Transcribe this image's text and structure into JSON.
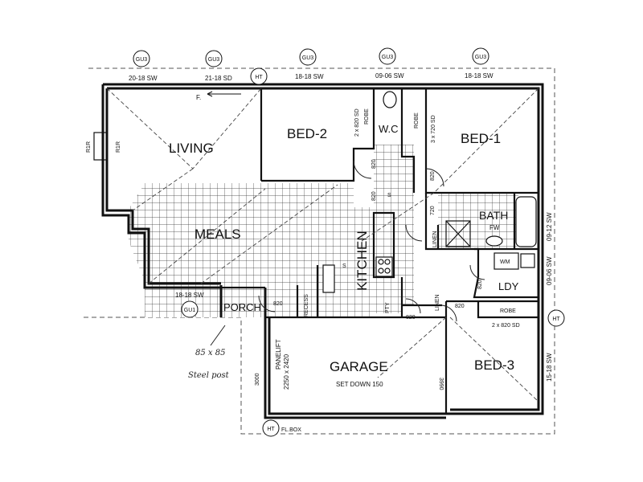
{
  "rooms": {
    "living": "LIVING",
    "bed2": "BED-2",
    "bed1": "BED-1",
    "wc": "W.C",
    "meals": "MEALS",
    "kitchen": "KITCHEN",
    "bath": "BATH",
    "linen1": "LINEN",
    "linen2": "LINEN",
    "ldy": "LDY",
    "porch": "PORCH",
    "garage": "GARAGE",
    "bed3": "BED-3",
    "pty": "PTY",
    "recess": "RECESS"
  },
  "gu_tags": [
    "GU3",
    "GU3",
    "GU3",
    "GU3",
    "GU3",
    "GU1"
  ],
  "ht_tags": [
    "HT",
    "HT",
    "HT"
  ],
  "window_labels": {
    "top1": "20-18 SW",
    "top2": "21-18 SD",
    "top3": "18-18 SW",
    "top4": "09-06 SW",
    "top5": "18-18 SW",
    "right1": "09-12 SW",
    "right2": "09-06 SW",
    "right3": "15-18 SW",
    "meals_bottom": "18-18 SW"
  },
  "annotations": {
    "arrow_f": "F.",
    "robe_bed2": "ROBE",
    "robe_bed2_size": "2 x 820 SD",
    "robe_bed1": "ROBE",
    "robe_bed1_size": "3 x 720 SD",
    "robe_bed3": "ROBE",
    "robe_bed3_size": "2 x 820 SD",
    "door_820_a": "820",
    "door_820_b": "820",
    "door_820_c": "820",
    "door_820_d": "820",
    "door_820_e": "820",
    "door_820_f": "820",
    "door_820_g": "820",
    "door_720": "720",
    "fw": "FW",
    "wm": "WM",
    "garage_sub": "SET DOWN 150",
    "panelift": "PANELIFT",
    "panelift_size": "2250 x 2420",
    "dim_3000": "3000",
    "dim_3990": "3990",
    "r1r_a": "R1R",
    "r1r_b": "R1R",
    "steel_note_1": "85 x 85",
    "steel_note_2": "Steel post",
    "flbox": "FL.BOX",
    "s_tag": "S",
    "s_tag2": "S"
  }
}
